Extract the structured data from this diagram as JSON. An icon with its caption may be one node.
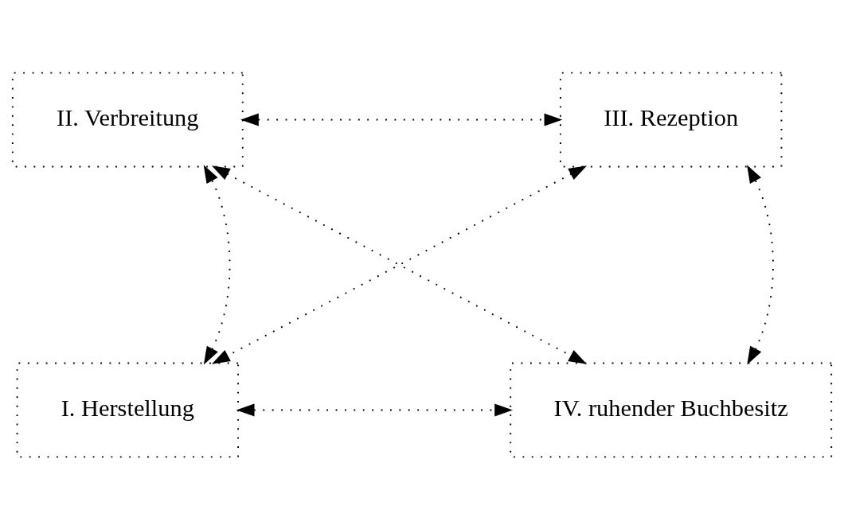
{
  "diagram": {
    "nodes": [
      {
        "text": [
          "II. Verbreitung"
        ]
      },
      {
        "text": [
          "III. Rezeption"
        ]
      },
      {
        "text": [
          "I. Herstellung"
        ]
      },
      {
        "text": [
          "IV. ruhender Buchbesitz"
        ]
      }
    ],
    "edges": [
      {
        "from": 2,
        "to": 0,
        "arrow": "both"
      },
      {
        "from": 0,
        "to": 1,
        "arrow": "both"
      },
      {
        "from": 1,
        "to": 3,
        "arrow": "both"
      },
      {
        "from": 2,
        "to": 3,
        "arrow": "both"
      },
      {
        "from": 0,
        "to": 3,
        "arrow": "both"
      },
      {
        "from": 1,
        "to": 2,
        "arrow": "both"
      }
    ]
  }
}
